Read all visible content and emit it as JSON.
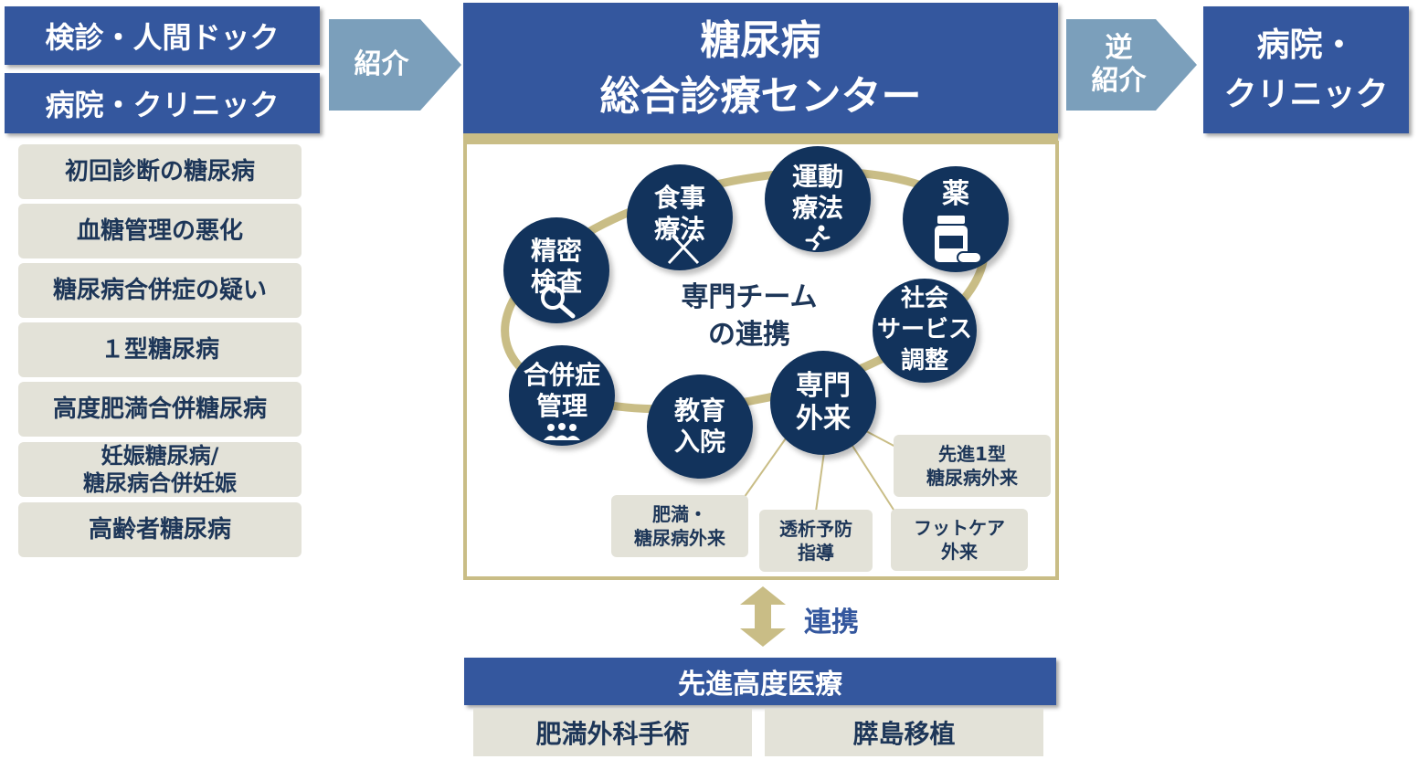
{
  "left": {
    "sources": [
      "検診・人間ドック",
      "病院・クリニック"
    ],
    "conditions": [
      "初回診断の糖尿病",
      "血糖管理の悪化",
      "糖尿病合併症の疑い",
      "１型糖尿病",
      "高度肥満合併糖尿病",
      "妊娠糖尿病/",
      "糖尿病合併妊娠",
      "高齢者糖尿病"
    ]
  },
  "arrows": {
    "referral": "紹介",
    "reverse_referral_line1": "逆",
    "reverse_referral_line2": "紹介"
  },
  "center": {
    "title_line1": "糖尿病",
    "title_line2": "総合診療センター",
    "team_line1": "専門チーム",
    "team_line2": "の連携",
    "circles": {
      "exam": "精密\n検査",
      "diet": "食事\n療法",
      "exercise": "運動\n療法",
      "medicine": "薬",
      "social": "社会\nサービス\n調整",
      "complication": "合併症\n管理",
      "education": "教育\n入院",
      "outpatient": "専門\n外来"
    },
    "subclinics": {
      "type1": "先進1型\n糖尿病外来",
      "obesity": "肥満・\n糖尿病外来",
      "dialysis": "透析予防\n指導",
      "footcare": "フットケア\n外来"
    }
  },
  "right": {
    "destination_line1": "病院・",
    "destination_line2": "クリニック"
  },
  "bottom": {
    "link_label": "連携",
    "advanced_title": "先進高度医療",
    "items": [
      "肥満外科手術",
      "膵島移植"
    ]
  },
  "colors": {
    "navy": "#34579e",
    "dark_navy": "#12335c",
    "arrow_blue": "#7b9fbb",
    "gold": "#c9bd86",
    "gray_box": "#e3e2d8",
    "text_dark": "#1d3658"
  }
}
